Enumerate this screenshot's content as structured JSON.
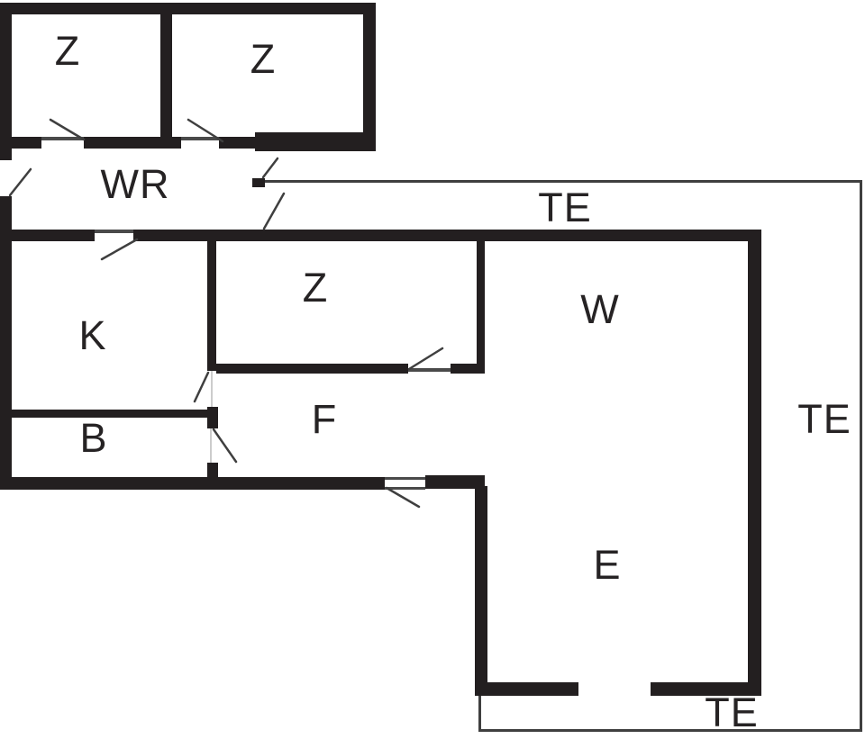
{
  "plan": {
    "background": "#ffffff",
    "wall_color": "#231f20",
    "line_color": "#3f3f3f",
    "sill_color": "#4a4a4a",
    "jamb_color": "#cccccc",
    "text_color": "#262324"
  },
  "rooms": {
    "room_z1": {
      "label": "Z"
    },
    "room_z2": {
      "label": "Z"
    },
    "room_wr": {
      "label": "WR"
    },
    "room_k": {
      "label": "K"
    },
    "room_z3": {
      "label": "Z"
    },
    "room_w": {
      "label": "W"
    },
    "room_b": {
      "label": "B"
    },
    "room_f": {
      "label": "F"
    },
    "room_e": {
      "label": "E"
    },
    "te_top": {
      "label": "TE"
    },
    "te_right": {
      "label": "TE"
    },
    "te_bottom": {
      "label": "TE"
    }
  }
}
